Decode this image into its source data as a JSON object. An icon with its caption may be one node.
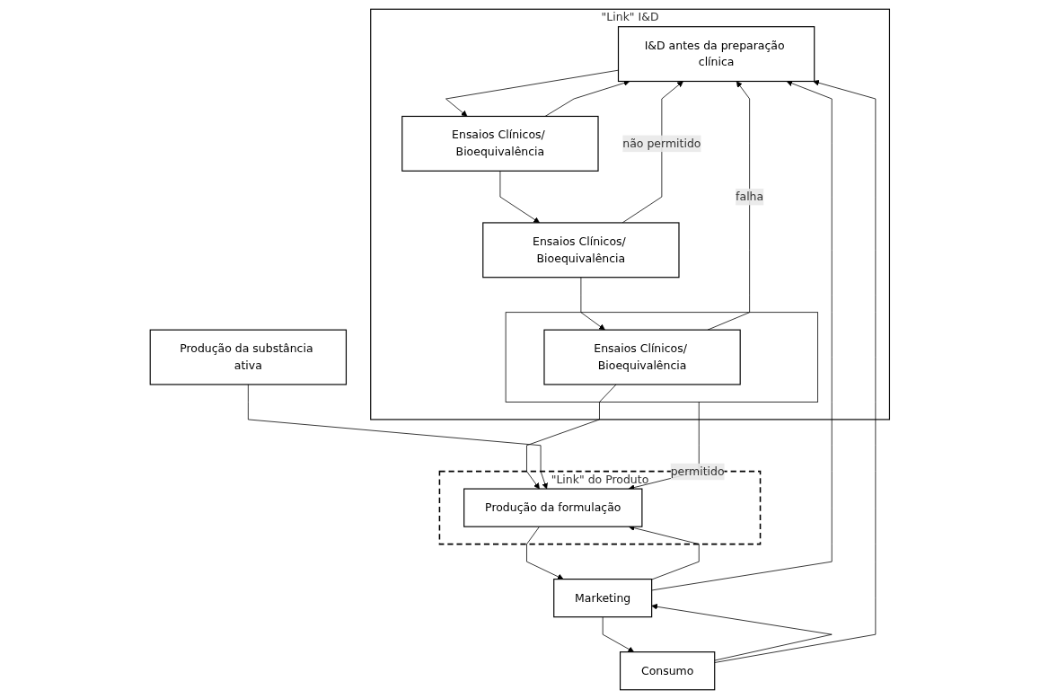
{
  "diagram": {
    "nodes": [
      {
        "text": [
          "\"Link\" I&D"
        ]
      },
      {
        "text": [
          "I&D antes da preparação clínica"
        ],
        "in": 0
      },
      {
        "text": [
          "Ensaios Clínicos/ Bioequivalência"
        ],
        "in": 0
      },
      {
        "text": [
          "Ensaios Clínicos/ Bioequivalência"
        ],
        "in": 0
      },
      {
        "text": [],
        "shape": "box",
        "in": 0
      },
      {
        "text": [
          "Ensaios Clínicos/ Bioequivalência"
        ],
        "in": 4
      },
      {
        "text": [
          "\"Link\" do Produto"
        ]
      },
      {
        "text": [
          "Produção da formulação"
        ],
        "in": 6
      },
      {
        "text": [
          "Consumo"
        ]
      },
      {
        "text": [
          "Marketing"
        ]
      },
      {
        "text": [
          "Produção da substância ativa"
        ]
      }
    ],
    "edges": [
      {
        "from": 1,
        "to": 2,
        "arrow": "to"
      },
      {
        "from": 2,
        "to": 1,
        "arrow": "to"
      },
      {
        "from": 2,
        "to": 3,
        "arrow": "to"
      },
      {
        "from": 3,
        "to": 5,
        "arrow": "to"
      },
      {
        "from": 3,
        "to": 1,
        "arrow": "to",
        "label": "não permitido"
      },
      {
        "from": 5,
        "to": 1,
        "arrow": "to",
        "label": "falha"
      },
      {
        "from": 5,
        "to": 7,
        "arrow": "to"
      },
      {
        "from": 4,
        "to": 7,
        "arrow": "to",
        "label": "permitido"
      },
      {
        "from": 7,
        "to": 9,
        "arrow": "to"
      },
      {
        "from": 9,
        "to": 7,
        "arrow": "to"
      },
      {
        "from": 9,
        "to": 8,
        "arrow": "to"
      },
      {
        "from": 8,
        "to": 9,
        "arrow": "to"
      },
      {
        "from": 8,
        "to": 1,
        "arrow": "to"
      },
      {
        "from": 9,
        "to": 1,
        "arrow": "to"
      },
      {
        "from": 10,
        "to": 7,
        "arrow": "to"
      }
    ]
  }
}
